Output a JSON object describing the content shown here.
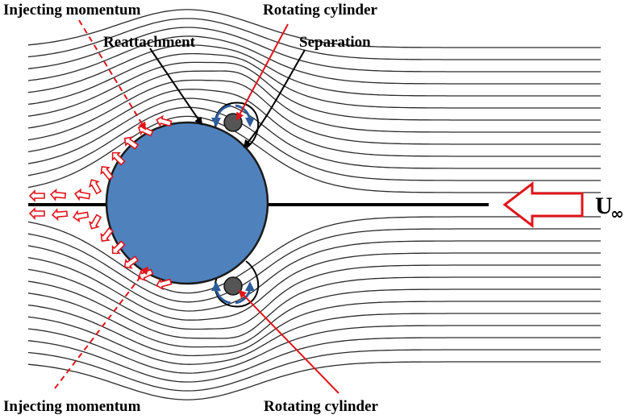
{
  "labels": {
    "injecting_top": "Injecting momentum",
    "rotating_top": "Rotating cylinder",
    "reattachment": "Reattachment",
    "separation": "Separation",
    "injecting_bottom": "Injecting momentum",
    "rotating_bottom": "Rotating cylinder",
    "freestream_symbol": "U",
    "freestream_subscript": "∞"
  },
  "colors": {
    "main_cylinder": "#4f81bd",
    "main_cylinder_edge": "#1a1a1a",
    "small_cylinder": "#555555",
    "rotation_arrow": "#2e5d9b",
    "red": "#e0141a",
    "streamline": "#2a2a2a"
  }
}
